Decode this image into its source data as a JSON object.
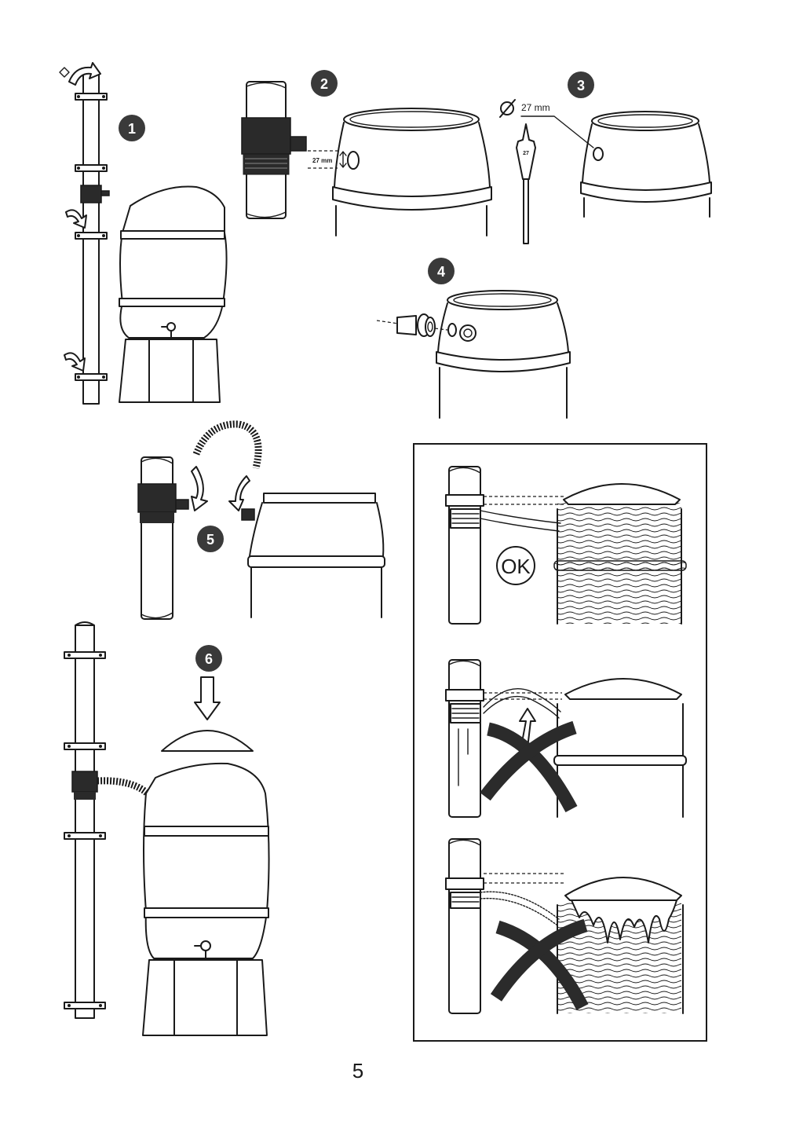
{
  "steps": {
    "step1": "1",
    "step2": "2",
    "step3": "3",
    "step4": "4",
    "step5": "5",
    "step6": "6"
  },
  "measurements": {
    "hole_height": "27 mm",
    "hole_diameter": "27 mm",
    "drill_bit_size": "27"
  },
  "panel": {
    "ok_label": "OK"
  },
  "page_number": "5",
  "colors": {
    "ink": "#1a1a1a",
    "dark_fill": "#2a2a2a",
    "badge": "#3a3a3a",
    "paper": "#ffffff"
  }
}
